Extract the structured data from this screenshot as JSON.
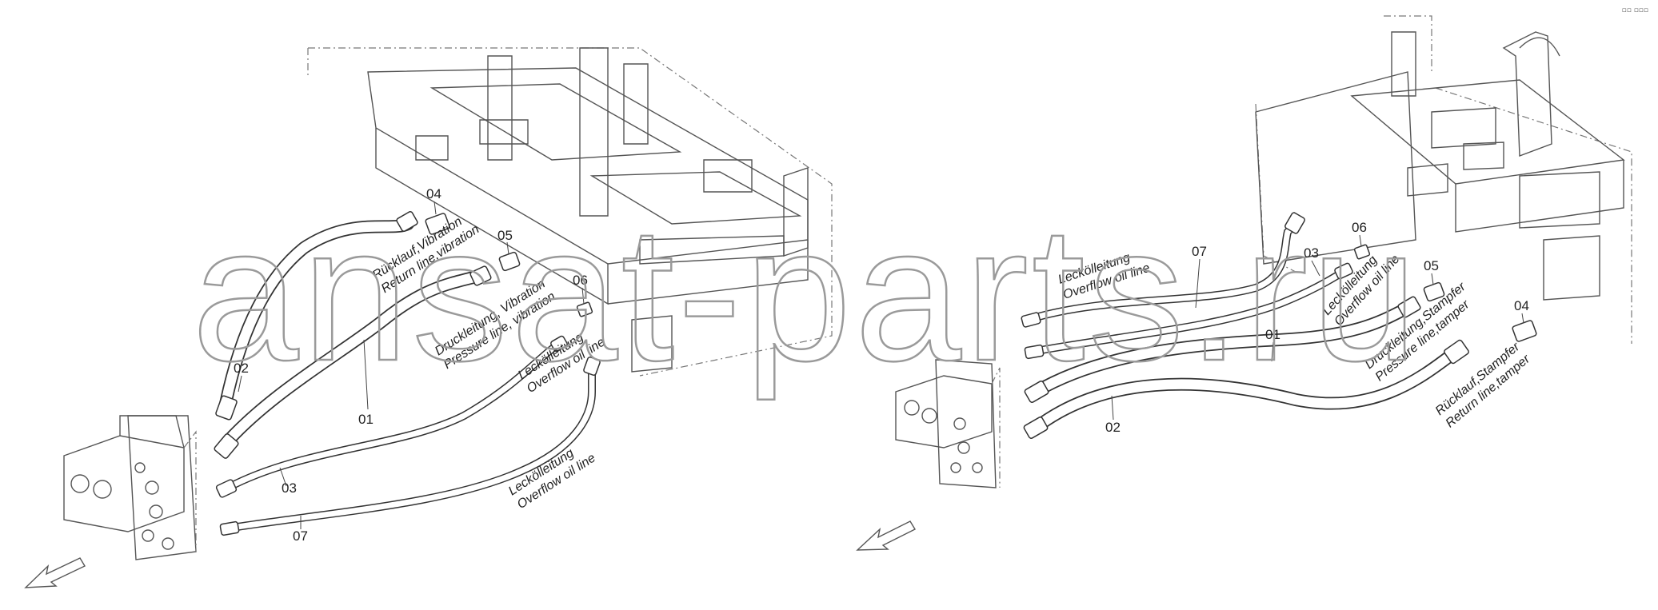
{
  "watermark": "ansat-parts.ru",
  "corner_mark": "▫▫ ▫▫▫",
  "left_view": {
    "parts": {
      "p04": "04",
      "p05": "05",
      "p06": "06",
      "p02": "02",
      "p01": "01",
      "p03": "03",
      "p07": "07"
    },
    "labels": {
      "return_de": "Rücklauf,Vibration",
      "return_en": "Return line,vibration",
      "pressure_de": "Druckleitung, Vibration",
      "pressure_en": "Pressure line, vibration",
      "leak1_de": "Leckölleitung",
      "leak1_en": "Overflow oil line",
      "leak2_de": "Leckölleitung",
      "leak2_en": "Overflow oil line"
    }
  },
  "right_view": {
    "parts": {
      "p07": "07",
      "p03": "03",
      "p06": "06",
      "p05": "05",
      "p04": "04",
      "p01": "01",
      "p02": "02"
    },
    "labels": {
      "leak1_de": "Leckölleitung",
      "leak1_en": "Overflow oil line",
      "leak2_de": "Leckölleitung",
      "leak2_en": "Overflow oil line",
      "pressure_de": "Druckleitung,Stampfer",
      "pressure_en": "Pressure line,tamper",
      "return_de": "Rücklauf,Stampfer",
      "return_en": "Return line,tamper"
    }
  }
}
